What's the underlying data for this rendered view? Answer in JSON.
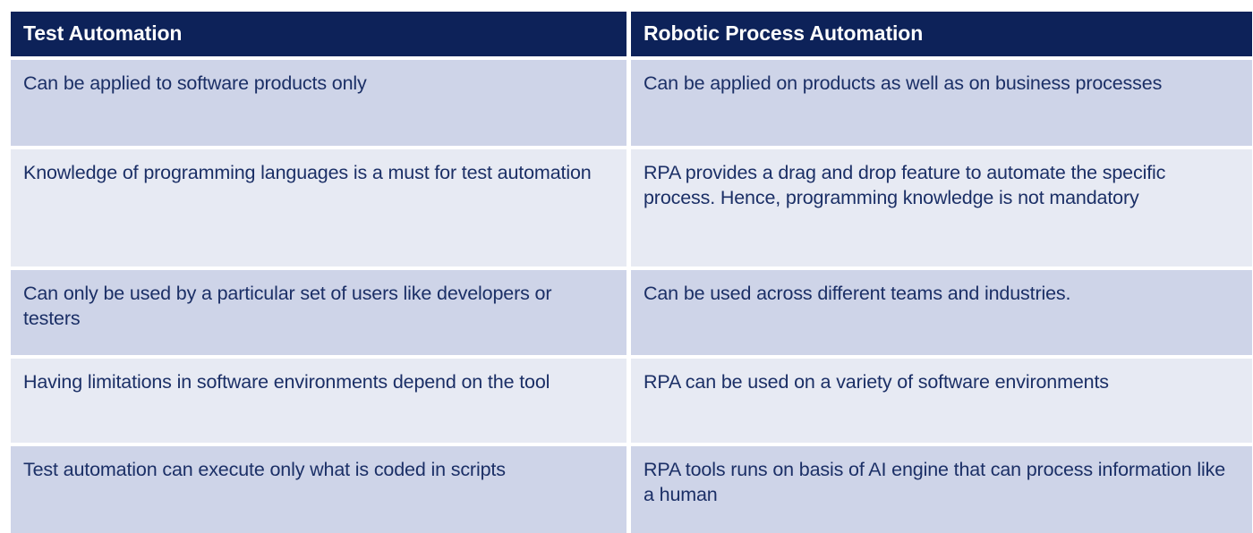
{
  "table": {
    "columns": [
      {
        "header": "Test Automation"
      },
      {
        "header": "Robotic Process Automation"
      }
    ],
    "rows": [
      {
        "left": "Can be applied to software products only",
        "right": "Can be applied on products as well as on business processes"
      },
      {
        "left": "Knowledge of programming languages is a must for test automation",
        "right": "RPA provides a drag and drop feature to automate the specific process. Hence, programming knowledge is not mandatory"
      },
      {
        "left": "Can only be used by a particular set of users like developers or testers",
        "right": "Can be used across different teams and industries."
      },
      {
        "left": "Having limitations in software environments depend on the tool",
        "right": "RPA can be used on a variety of software environments"
      },
      {
        "left": "Test automation can execute only what is coded in scripts",
        "right": "RPA tools runs on basis of AI engine that can process information like a human"
      }
    ],
    "colors": {
      "header_background": "#0d2259",
      "header_text": "#ffffff",
      "body_text": "#1b2f66",
      "row_shade_dark": "#ced4e8",
      "row_shade_light": "#e7eaf3",
      "page_background": "#ffffff"
    }
  }
}
